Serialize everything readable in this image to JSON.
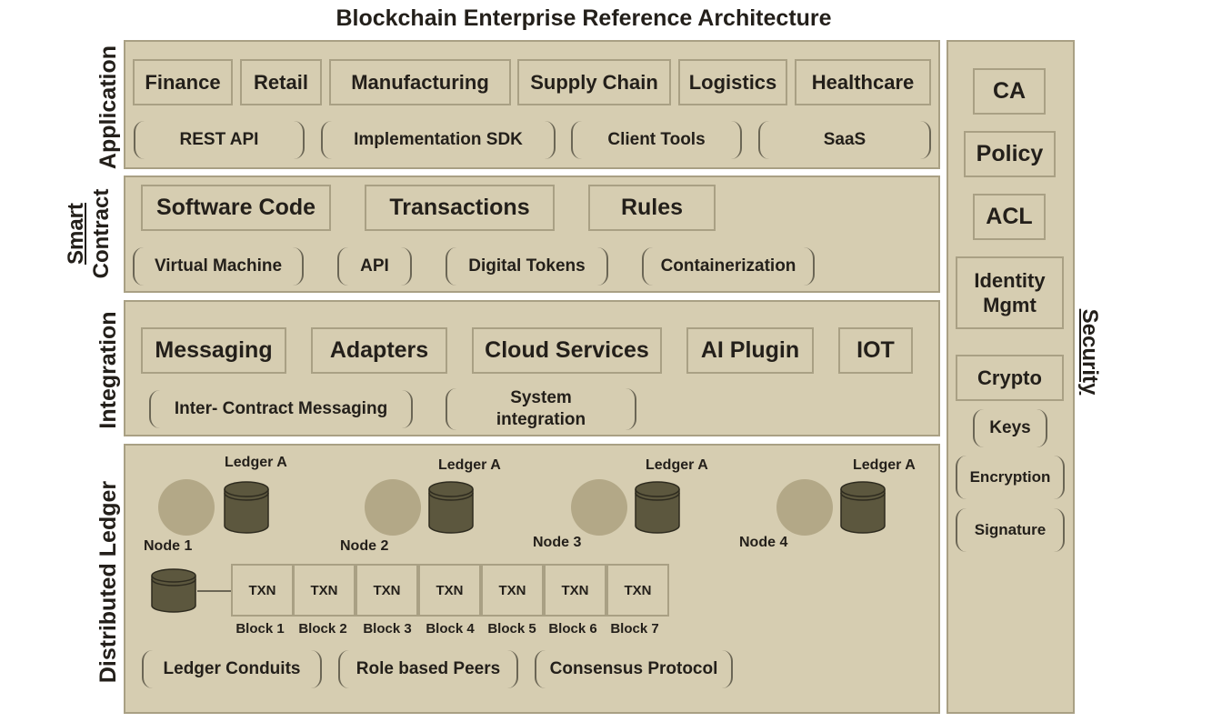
{
  "title": "Blockchain Enterprise Reference Architecture",
  "layers": {
    "application": {
      "label": "Application",
      "boxes": [
        "Finance",
        "Retail",
        "Manufacturing",
        "Supply Chain",
        "Logistics",
        "Healthcare"
      ],
      "items": [
        "REST API",
        "Implementation SDK",
        "Client Tools",
        "SaaS"
      ]
    },
    "smart_contract": {
      "label_line1": "Smart",
      "label_line2": "Contract",
      "boxes": [
        "Software Code",
        "Transactions",
        "Rules"
      ],
      "items": [
        "Virtual Machine",
        "API",
        "Digital Tokens",
        "Containerization"
      ]
    },
    "integration": {
      "label": "Integration",
      "boxes": [
        "Messaging",
        "Adapters",
        "Cloud Services",
        "AI Plugin",
        "IOT"
      ],
      "items": [
        "Inter- Contract  Messaging",
        "System integration"
      ]
    },
    "distributed_ledger": {
      "label": "Distributed Ledger",
      "ledger_label": "Ledger A",
      "nodes": [
        "Node 1",
        "Node 2",
        "Node 3",
        "Node 4"
      ],
      "txn_label": "TXN",
      "blocks": [
        "Block 1",
        "Block 2",
        "Block 3",
        "Block 4",
        "Block 5",
        "Block 6",
        "Block 7"
      ],
      "items": [
        "Ledger Conduits",
        "Role based Peers",
        "Consensus Protocol"
      ]
    }
  },
  "security": {
    "label": "Security",
    "boxes": [
      "CA",
      "Policy",
      "ACL",
      "Identity Mgmt",
      "Crypto"
    ],
    "items": [
      "Keys",
      "Encryption",
      "Signature"
    ]
  },
  "colors": {
    "panel": "#d6cdb1",
    "border": "#a9a084",
    "node": "#b3a887",
    "cylinder": "#5c573e"
  }
}
